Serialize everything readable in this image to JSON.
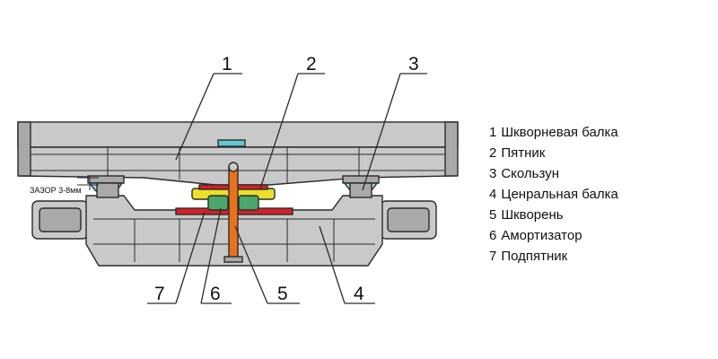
{
  "diagram": {
    "callouts": [
      "1",
      "2",
      "3",
      "4",
      "5",
      "6",
      "7"
    ],
    "gap_label": "ЗАЗОР 3-8мм"
  },
  "legend": {
    "items": [
      {
        "num": "1",
        "label": "Шкворневая балка"
      },
      {
        "num": "2",
        "label": "Пятник"
      },
      {
        "num": "3",
        "label": "Скользун"
      },
      {
        "num": "4",
        "label": "Ценральная балка"
      },
      {
        "num": "5",
        "label": "Шкворень"
      },
      {
        "num": "6",
        "label": "Амортизатор"
      },
      {
        "num": "7",
        "label": "Подпятник"
      }
    ]
  },
  "colors": {
    "outline": "#2b2b2b",
    "beam_fill": "#c9c9c9",
    "beam_dark": "#a9a9a9",
    "slider_fill": "#9fd6dc",
    "pin_fill": "#e8721c",
    "damper_fill": "#4aa66a",
    "plate_fill": "#d4202a",
    "pad_fill": "#e7df2a",
    "cap_fill": "#5fc8cf"
  }
}
